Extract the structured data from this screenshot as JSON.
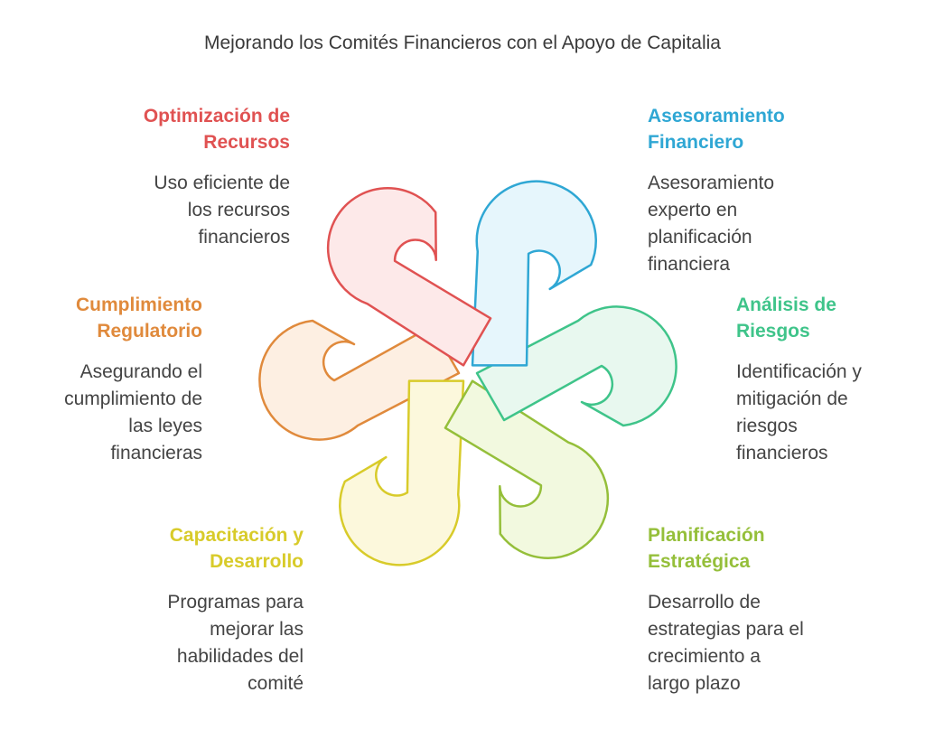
{
  "title": "Mejorando los Comités Financieros con el Apoyo de Capitalia",
  "items": [
    {
      "heading_lines": [
        "Optimización de",
        "Recursos"
      ],
      "desc_lines": [
        "Uso eficiente de",
        "los recursos",
        "financieros"
      ],
      "color": "#e05252",
      "fill": "#fde9e9"
    },
    {
      "heading_lines": [
        "Asesoramiento",
        "Financiero"
      ],
      "desc_lines": [
        "Asesoramiento",
        "experto en",
        "planificación",
        "financiera"
      ],
      "color": "#2fa7d4",
      "fill": "#e6f6fc"
    },
    {
      "heading_lines": [
        "Análisis de",
        "Riesgos"
      ],
      "desc_lines": [
        "Identificación y",
        "mitigación de",
        "riesgos",
        "financieros"
      ],
      "color": "#3fc48a",
      "fill": "#e8f8ef"
    },
    {
      "heading_lines": [
        "Planificación",
        "Estratégica"
      ],
      "desc_lines": [
        "Desarrollo de",
        "estrategias para el",
        "crecimiento a",
        "largo plazo"
      ],
      "color": "#95bf3a",
      "fill": "#f2f9df"
    },
    {
      "heading_lines": [
        "Capacitación y",
        "Desarrollo"
      ],
      "desc_lines": [
        "Programas para",
        "mejorar las",
        "habilidades del",
        "comité"
      ],
      "color": "#d8cb2a",
      "fill": "#fcf8dc"
    },
    {
      "heading_lines": [
        "Cumplimiento",
        "Regulatorio"
      ],
      "desc_lines": [
        "Asegurando el",
        "cumplimiento de",
        "las leyes",
        "financieras"
      ],
      "color": "#e08a3c",
      "fill": "#fdefe2"
    }
  ]
}
